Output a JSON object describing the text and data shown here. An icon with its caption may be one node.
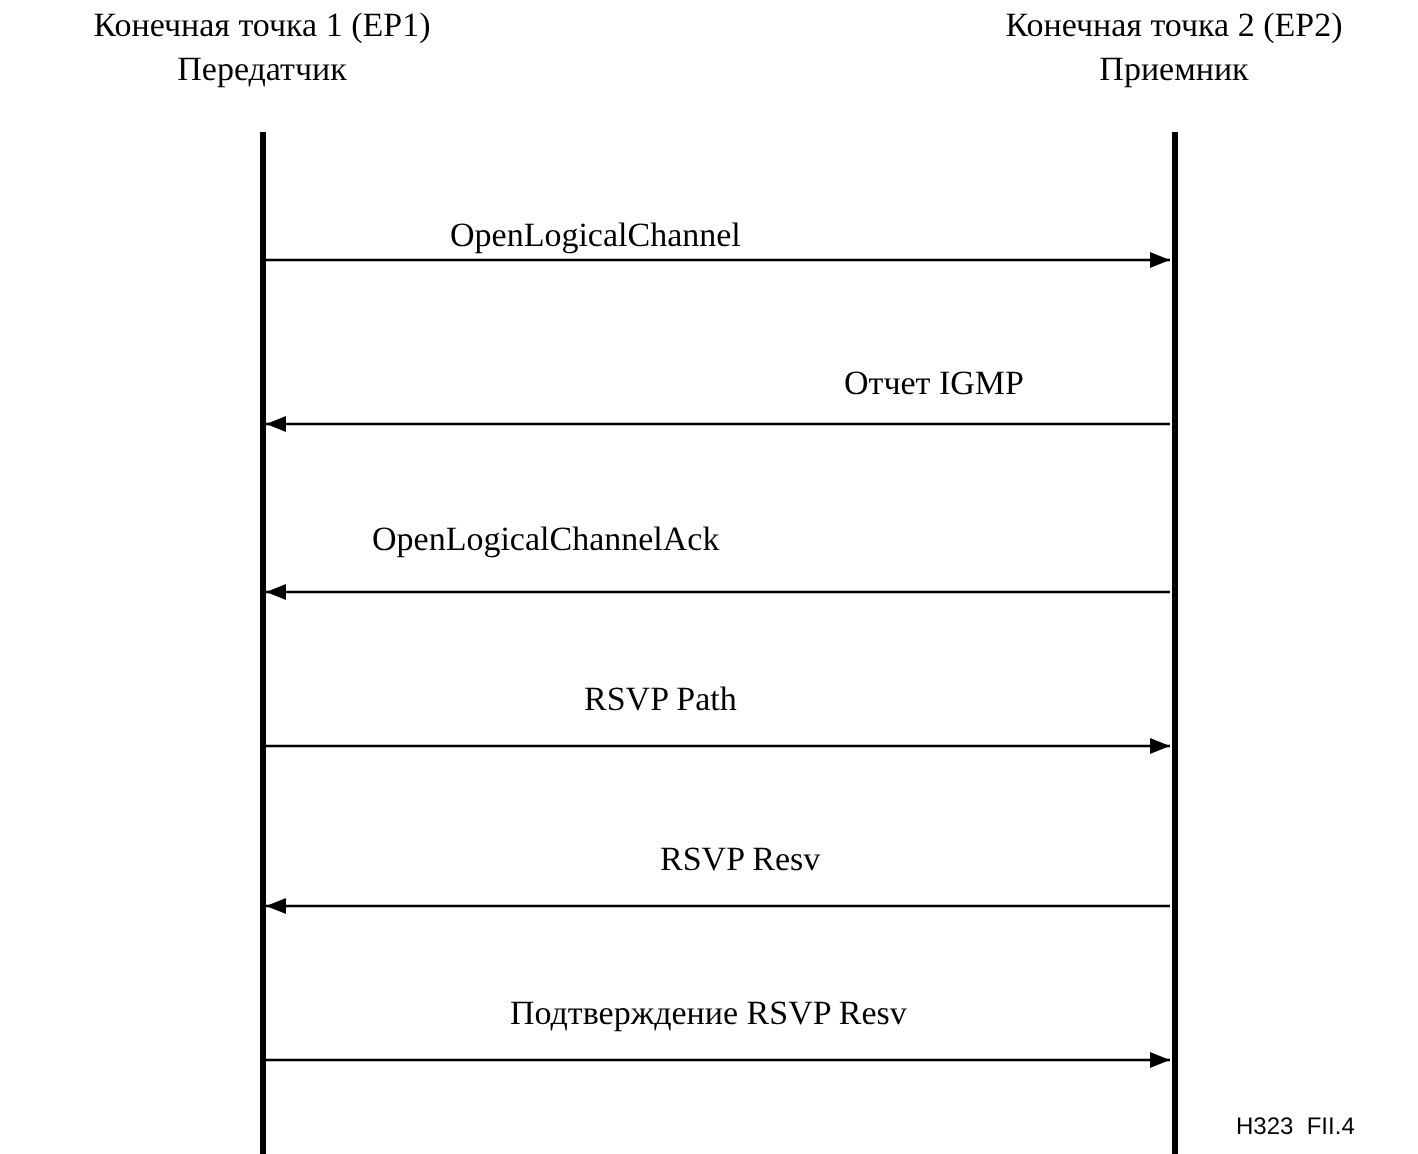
{
  "diagram": {
    "nodes": [
      {
        "text": [
          "Конечная точка 1 (EP1)",
          "Передатчик"
        ]
      },
      {
        "text": [
          "Конечная точка 2 (EP2)",
          "Приемник"
        ]
      }
    ],
    "edges": [
      {
        "from": 0,
        "to": 1,
        "arrow": "to",
        "label": "OpenLogicalChannel"
      },
      {
        "from": 1,
        "to": 0,
        "arrow": "to",
        "label": "Отчет IGMP"
      },
      {
        "from": 1,
        "to": 0,
        "arrow": "to",
        "label": "OpenLogicalChannelAck"
      },
      {
        "from": 0,
        "to": 1,
        "arrow": "to",
        "label": "RSVP Path"
      },
      {
        "from": 1,
        "to": 0,
        "arrow": "to",
        "label": "RSVP Resv"
      },
      {
        "from": 0,
        "to": 1,
        "arrow": "to",
        "label": "Подтверждение RSVP Resv"
      }
    ],
    "labels": [
      "H323  FII.4"
    ]
  }
}
